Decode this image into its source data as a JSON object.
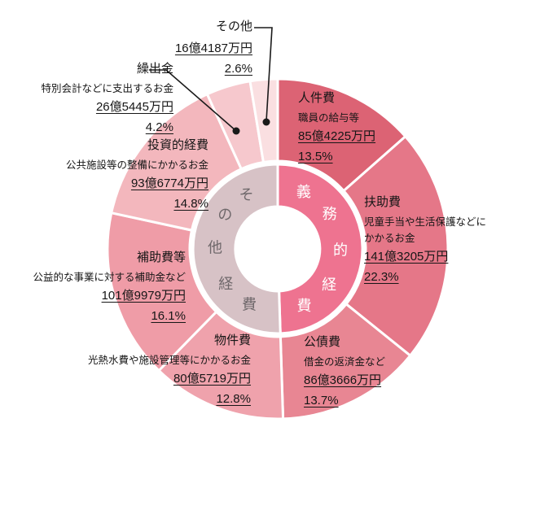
{
  "chart_data": {
    "type": "pie",
    "donut": true,
    "direction": "clockwise",
    "start_angle_deg": 0,
    "title": "",
    "segments": [
      {
        "label": "人件費",
        "desc": [
          "職員の給与等"
        ],
        "amount": "85億4225万円",
        "percent": "13.5%",
        "value": 13.5,
        "color": "#dc6374"
      },
      {
        "label": "扶助費",
        "desc": [
          "児童手当や生活保護などに",
          "かかるお金"
        ],
        "amount": "141億3205万円",
        "percent": "22.3%",
        "value": 22.3,
        "color": "#e57788"
      },
      {
        "label": "公債費",
        "desc": [
          "借金の返済金など"
        ],
        "amount": "86億3666万円",
        "percent": "13.7%",
        "value": 13.7,
        "color": "#e88693"
      },
      {
        "label": "物件費",
        "desc": [
          "光熱水費や施設管理等にかかるお金"
        ],
        "amount": "80億5719万円",
        "percent": "12.8%",
        "value": 12.8,
        "color": "#efa2ac"
      },
      {
        "label": "補助費等",
        "desc": [
          "公益的な事業に対する補助金など"
        ],
        "amount": "101億9979万円",
        "percent": "16.1%",
        "value": 16.1,
        "color": "#ef9ca7"
      },
      {
        "label": "投資的経費",
        "desc": [
          "公共施設等の整備にかかるお金"
        ],
        "amount": "93億6774万円",
        "percent": "14.8%",
        "value": 14.8,
        "color": "#f3b7bd"
      },
      {
        "label": "繰出金",
        "desc": [
          "特別会計などに支出するお金"
        ],
        "amount": "26億5445万円",
        "percent": "4.2%",
        "value": 4.2,
        "color": "#f6c8cd"
      },
      {
        "label": "その他",
        "desc": [],
        "amount": "16億4187万円",
        "percent": "2.6%",
        "value": 2.6,
        "color": "#fadfe1"
      }
    ],
    "inner_ring": [
      {
        "label": "義務的経費",
        "value": 49.5,
        "color": "#ee7390",
        "text_color": "#ffffff"
      },
      {
        "label": "その他経費",
        "value": 50.5,
        "color": "#d7c2c6",
        "text_color": "#6f686b"
      }
    ],
    "leader_dot_color": "#1a1a1a"
  }
}
